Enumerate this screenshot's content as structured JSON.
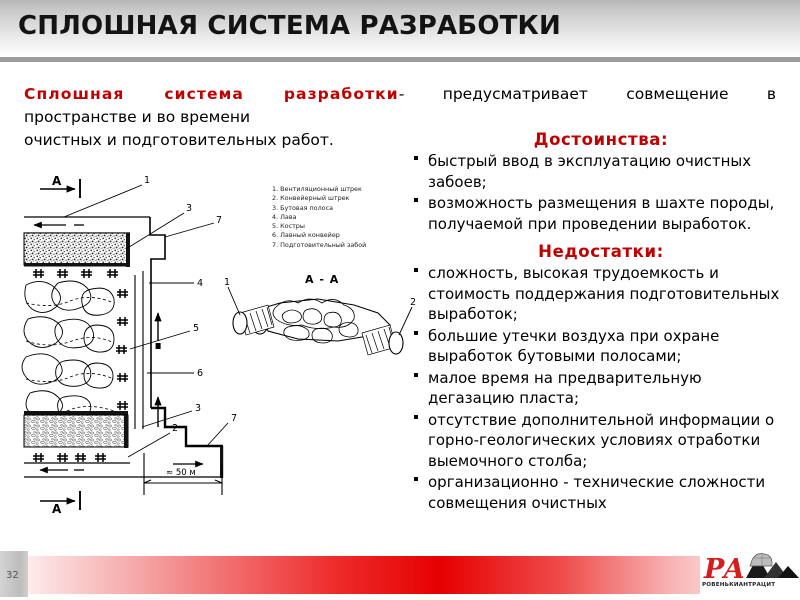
{
  "slide": {
    "title": "СПЛОШНАЯ СИСТЕМА РАЗРАБОТКИ",
    "page_number": "32"
  },
  "intro": {
    "lead": "Сплошная система разработки",
    "dash": "-",
    "line1_rest": "предусматривает совмещение в",
    "line2": "пространстве и во времени",
    "line3": "очистных и подготовительных работ."
  },
  "advantages": {
    "heading": "Достоинства:",
    "items": [
      "быстрый ввод в эксплуатацию очистных забоев;",
      "возможность размещения в шахте породы, получаемой при проведении выработок."
    ]
  },
  "disadvantages": {
    "heading": "Недостатки:",
    "items": [
      "сложность, высокая трудоемкость и стоимость поддержания подготовительных выработок;",
      "большие утечки воздуха при охране выработок бутовыми полосами;",
      "малое время на предварительную дегазацию пласта;",
      "отсутствие дополнительной информации о горно-геологических условиях отработки выемочного столба;",
      "организационно - технические сложности совмещения очистных"
    ]
  },
  "diagram": {
    "legend_title": "",
    "legend": [
      "1. Вентиляционный штрек",
      "2. Конвейерный штрек",
      "3. Бутовая полоса",
      "4. Лава",
      "5. Костры",
      "6. Лавный конвейер",
      "7. Подготовительный забой"
    ],
    "section_label": "A - A",
    "cut_label_top": "A",
    "cut_label_bottom": "A",
    "dimension": "≈ 50 м",
    "callouts": {
      "c1": "1",
      "c2": "2",
      "c3": "3",
      "c4": "4",
      "c5": "5",
      "c6": "6",
      "c7": "7",
      "s1": "1",
      "s2": "2",
      "b2": "2",
      "b3": "3",
      "b7": "7"
    }
  },
  "logo": {
    "mark": "РА",
    "caption": "РОВЕНЬКИАНТРАЦИТ"
  },
  "colors": {
    "accent_red": "#c00000",
    "band_red": "#e60000",
    "title_text": "#131313",
    "header_rule": "#9d9d9d"
  }
}
